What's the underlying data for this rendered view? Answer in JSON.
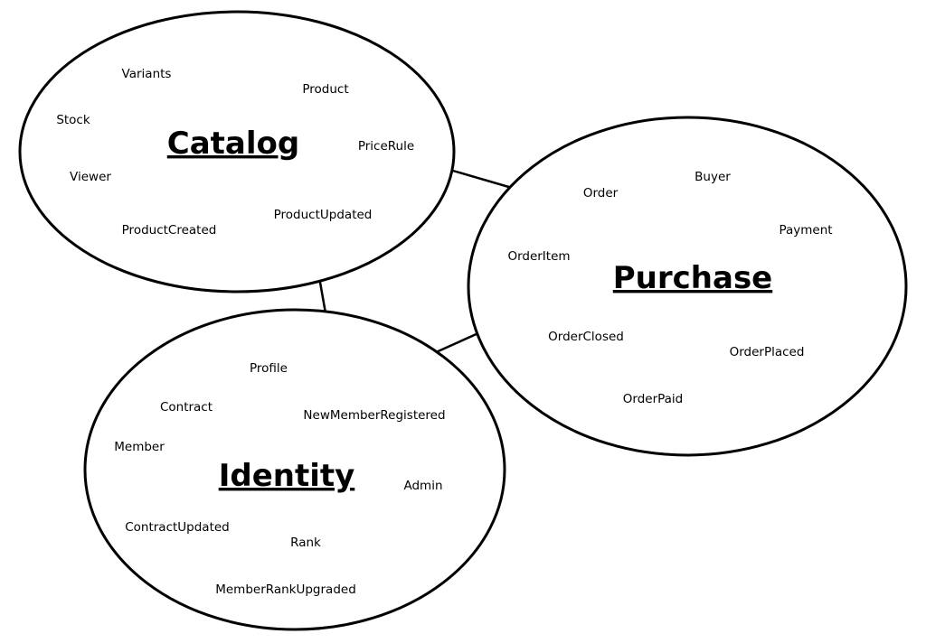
{
  "contexts": {
    "catalog": {
      "title": "Catalog",
      "terms": [
        "Variants",
        "Product",
        "Stock",
        "PriceRule",
        "Viewer",
        "ProductUpdated",
        "ProductCreated"
      ]
    },
    "purchase": {
      "title": "Purchase",
      "terms": [
        "Buyer",
        "Order",
        "Payment",
        "OrderItem",
        "OrderClosed",
        "OrderPlaced",
        "OrderPaid"
      ]
    },
    "identity": {
      "title": "Identity",
      "terms": [
        "Profile",
        "Contract",
        "NewMemberRegistered",
        "Member",
        "Admin",
        "ContractUpdated",
        "Rank",
        "MemberRankUpgraded"
      ]
    }
  }
}
